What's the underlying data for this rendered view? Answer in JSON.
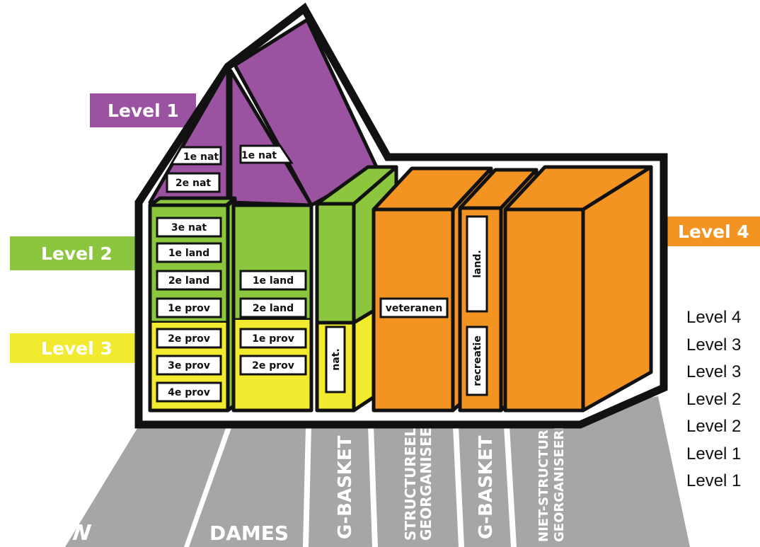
{
  "level_ribbons": [
    {
      "key": "l1",
      "label": "Level 1",
      "color": "#9b52a0"
    },
    {
      "key": "l2",
      "label": "Level 2",
      "color": "#8cc63f"
    },
    {
      "key": "l3",
      "label": "Level 3",
      "color": "#f2ea2e"
    },
    {
      "key": "l4",
      "label": "Level 4",
      "color": "#f39322"
    }
  ],
  "colors": {
    "outline": "#111111",
    "ground": "#a7a5a6"
  },
  "tags": {
    "heren": [
      "1e nat",
      "2e nat",
      "3e nat",
      "1e land",
      "2e land",
      "1e prov",
      "2e prov",
      "3e prov",
      "4e prov"
    ],
    "dames": [
      "1e nat",
      "1e land",
      "2e land",
      "1e prov",
      "2e prov"
    ],
    "gbasket_left": "nat.",
    "structureel": "veteranen",
    "gbasket_right": [
      "land.",
      "recreatie"
    ]
  },
  "base_labels": {
    "heren": "HEREN",
    "dames": "DAMES",
    "gbasket_1": "G-BASKET",
    "structureel": [
      "STRUCTUREEL",
      "GEORGANISEERD"
    ],
    "gbasket_2": "G-BASKET",
    "niet_structureel": [
      "NIET-STRUCTUREEL",
      "GEORGANISEERD"
    ]
  },
  "right_list": [
    "Level 4",
    "Level 3",
    "Level 3",
    "Level 2",
    "Level 2",
    "Level 1",
    "Level 1"
  ]
}
